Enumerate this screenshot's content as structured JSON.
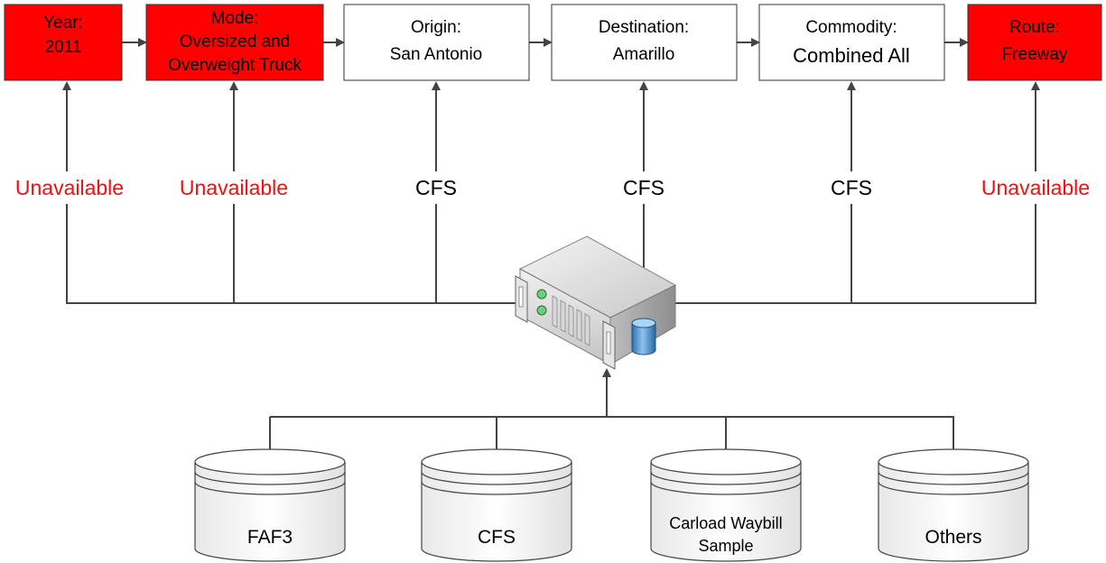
{
  "colors": {
    "unavailable": "#ff0000",
    "available_box": "#ffffff",
    "stroke": "#333333",
    "label_unavailable": "#ee1111",
    "label_available": "#000000"
  },
  "attributes": [
    {
      "line1": "Year:",
      "line2": "2011",
      "line3": "",
      "status": "unavailable",
      "source": "Unavailable"
    },
    {
      "line1": "Mode:",
      "line2": "Oversized and",
      "line3": "Overweight Truck",
      "status": "unavailable",
      "source": "Unavailable"
    },
    {
      "line1": "Origin:",
      "line2": "San Antonio",
      "line3": "",
      "status": "available",
      "source": "CFS"
    },
    {
      "line1": "Destination:",
      "line2": "Amarillo",
      "line3": "",
      "status": "available",
      "source": "CFS"
    },
    {
      "line1": "Commodity:",
      "line2": "Combined All",
      "line3": "",
      "status": "available",
      "source": "CFS"
    },
    {
      "line1": "Route:",
      "line2": "Freeway",
      "line3": "",
      "status": "unavailable",
      "source": "Unavailable"
    }
  ],
  "server_icon": "server-icon",
  "databases": [
    {
      "line1": "FAF3",
      "line2": ""
    },
    {
      "line1": "CFS",
      "line2": ""
    },
    {
      "line1": "Carload Waybill",
      "line2": "Sample"
    },
    {
      "line1": "Others",
      "line2": ""
    }
  ]
}
